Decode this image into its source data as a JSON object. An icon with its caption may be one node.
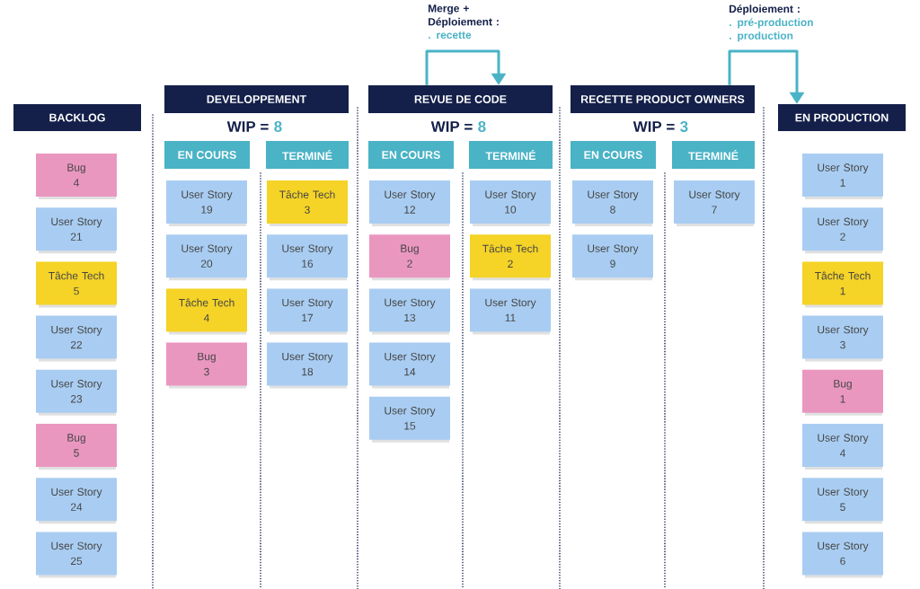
{
  "diagram": {
    "nodes": [
      {
        "text": [
          "BACKLOG"
        ]
      },
      {
        "text": [
          "DEVELOPPEMENT"
        ],
        "beside": [
          "WIP =",
          "8"
        ]
      },
      {
        "text": [
          "REVUE DE CODE"
        ],
        "beside": [
          "WIP =",
          "8"
        ]
      },
      {
        "text": [
          "RECETTE PRODUCT OWNERS"
        ],
        "beside": [
          "WIP =",
          "3"
        ]
      },
      {
        "text": [
          "EN PRODUCTION"
        ]
      },
      {
        "text": [
          "EN COURS"
        ]
      },
      {
        "text": [
          "TERMINÉ"
        ]
      },
      {
        "text": [
          "EN COURS"
        ]
      },
      {
        "text": [
          "TERMINÉ"
        ]
      },
      {
        "text": [
          "EN COURS"
        ]
      },
      {
        "text": [
          "TERMINÉ"
        ]
      },
      {
        "text": [
          "Bug",
          "4"
        ]
      },
      {
        "text": [
          "User Story",
          "21"
        ]
      },
      {
        "text": [
          "Tâche Tech",
          "5"
        ]
      },
      {
        "text": [
          "User Story",
          "22"
        ]
      },
      {
        "text": [
          "User Story",
          "23"
        ]
      },
      {
        "text": [
          "Bug",
          "5"
        ]
      },
      {
        "text": [
          "User Story",
          "24"
        ]
      },
      {
        "text": [
          "User Story",
          "25"
        ]
      },
      {
        "text": [
          "User Story",
          "19"
        ]
      },
      {
        "text": [
          "User Story",
          "20"
        ]
      },
      {
        "text": [
          "Tâche Tech",
          "4"
        ]
      },
      {
        "text": [
          "Bug",
          "3"
        ]
      },
      {
        "text": [
          "Tâche Tech",
          "3"
        ]
      },
      {
        "text": [
          "User Story",
          "16"
        ]
      },
      {
        "text": [
          "User Story",
          "17"
        ]
      },
      {
        "text": [
          "User Story",
          "18"
        ]
      },
      {
        "text": [
          "User Story",
          "12"
        ]
      },
      {
        "text": [
          "Bug",
          "2"
        ]
      },
      {
        "text": [
          "User Story",
          "13"
        ]
      },
      {
        "text": [
          "User Story",
          "14"
        ]
      },
      {
        "text": [
          "User Story",
          "15"
        ]
      },
      {
        "text": [
          "User Story",
          "10"
        ]
      },
      {
        "text": [
          "Tâche Tech",
          "2"
        ]
      },
      {
        "text": [
          "User Story",
          "11"
        ]
      },
      {
        "text": [
          "User Story",
          "8"
        ]
      },
      {
        "text": [
          "User Story",
          "9"
        ]
      },
      {
        "text": [
          "User Story",
          "7"
        ]
      },
      {
        "text": [
          "User Story",
          "1"
        ]
      },
      {
        "text": [
          "User Story",
          "2"
        ]
      },
      {
        "text": [
          "Tâche Tech",
          "1"
        ]
      },
      {
        "text": [
          "User Story",
          "3"
        ]
      },
      {
        "text": [
          "Bug",
          "1"
        ]
      },
      {
        "text": [
          "User Story",
          "4"
        ]
      },
      {
        "text": [
          "User Story",
          "5"
        ]
      },
      {
        "text": [
          "User Story",
          "6"
        ]
      }
    ],
    "edges": [
      {
        "from": 2,
        "to": 2,
        "arrow": "to"
      },
      {
        "from": 3,
        "to": 4,
        "arrow": "to"
      }
    ],
    "labels": [
      "Merge + Déploiement :",
      ". recette",
      "Déploiement :",
      ". pré-production",
      ". production"
    ]
  }
}
